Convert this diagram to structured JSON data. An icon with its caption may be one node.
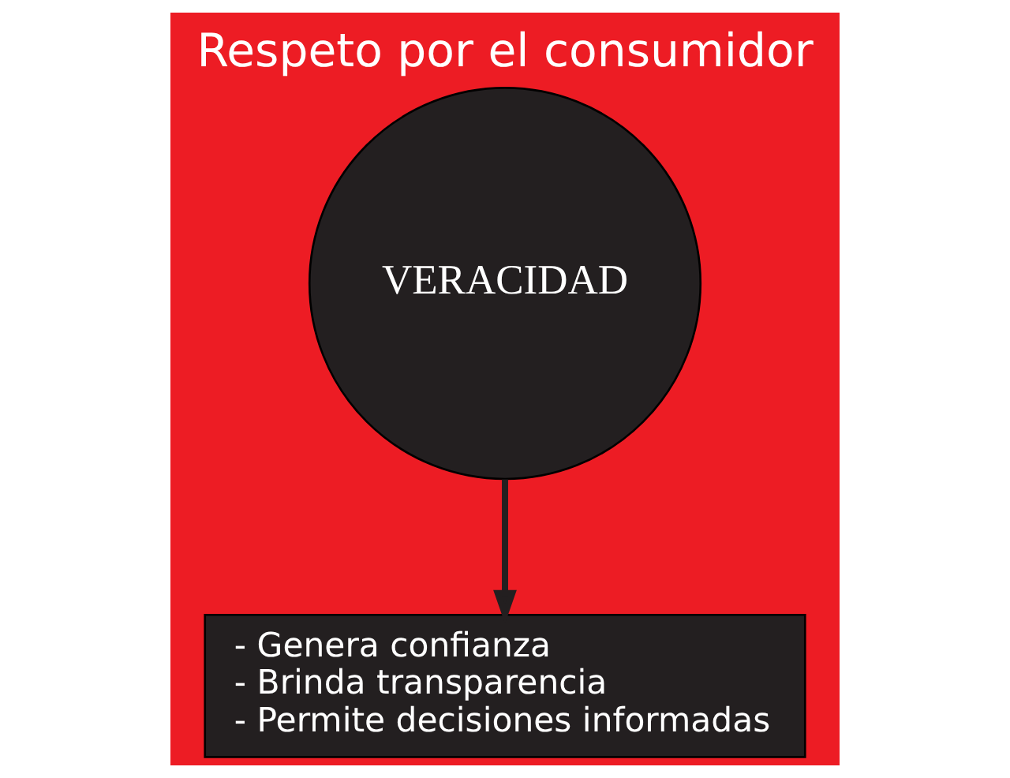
{
  "diagram": {
    "title": "Respeto por el consumidor",
    "nodes": [
      {
        "text": [
          "VERACIDAD"
        ]
      },
      {
        "text": [
          "- Genera confianza",
          "- Brinda transparencia",
          "- Permite decisiones informadas"
        ]
      }
    ],
    "edges": [
      {
        "from": 0,
        "to": 1,
        "arrow": "to"
      }
    ]
  }
}
